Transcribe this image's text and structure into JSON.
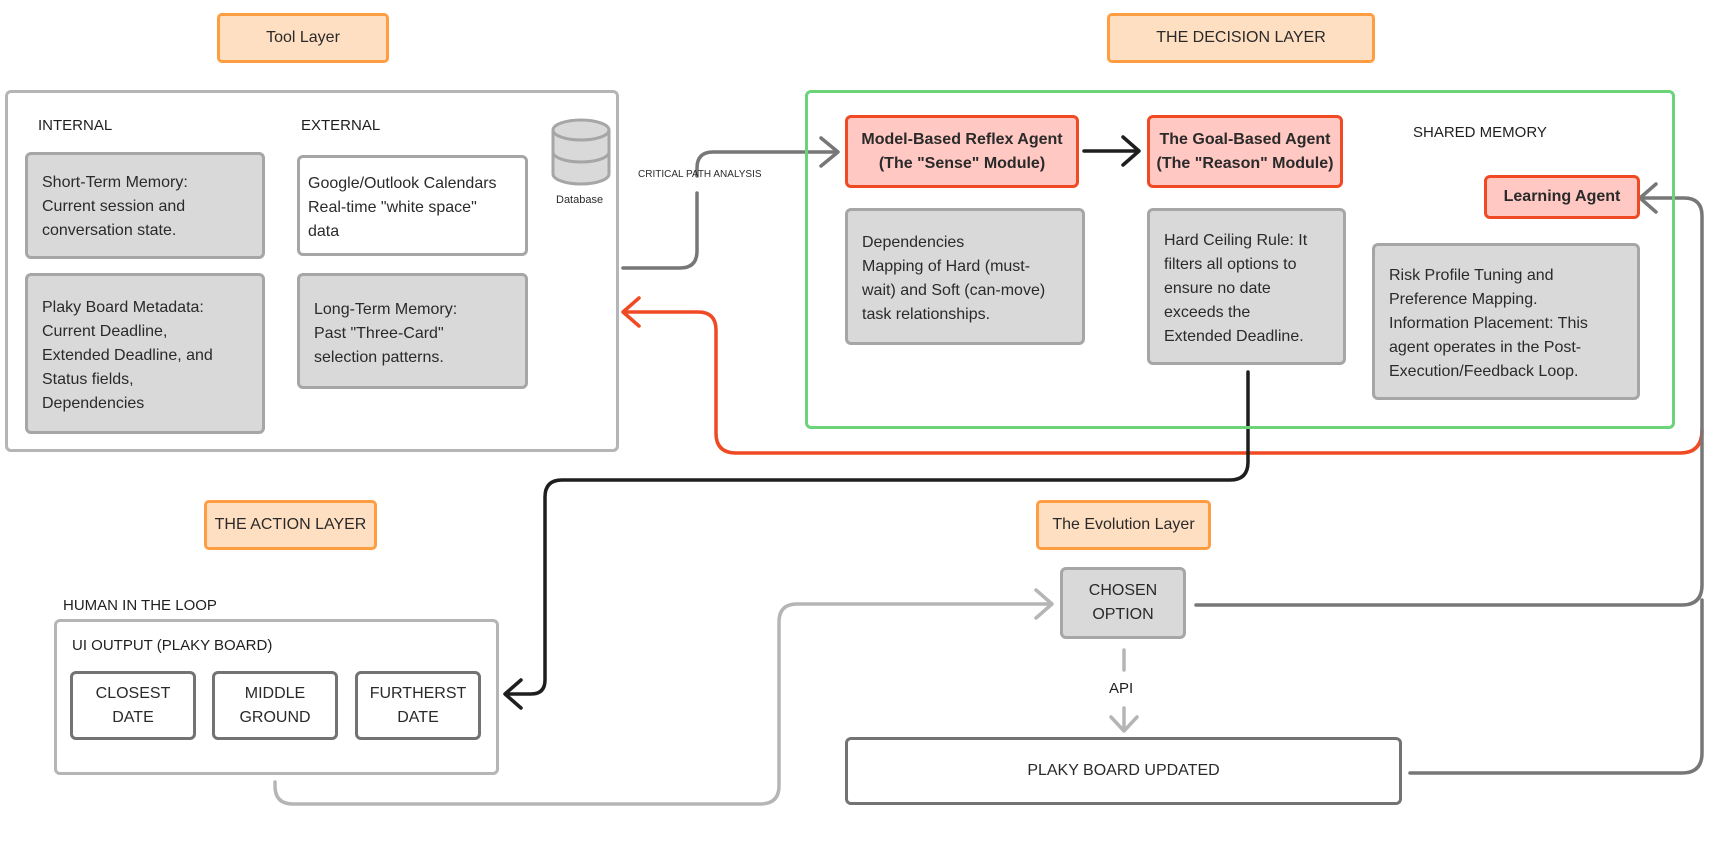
{
  "layers": {
    "tool": "Tool Layer",
    "decision": "THE DECISION LAYER",
    "action": "THE ACTION LAYER",
    "evolution": "The Evolution Layer"
  },
  "tool_layer": {
    "internal_label": "INTERNAL",
    "external_label": "EXTERNAL",
    "short_term_memory": "Short-Term Memory:\nCurrent session and\nconversation state.",
    "plaky_metadata": "Plaky Board Metadata:\nCurrent Deadline,\nExtended Deadline, and\nStatus fields,\nDependencies",
    "calendars": "Google/Outlook Calendars\nReal-time \"white space\"\ndata",
    "long_term_memory": "Long-Term Memory:\nPast \"Three-Card\"\nselection patterns.",
    "database_label": "Database"
  },
  "connectors": {
    "critical_path": "CRITICAL PATH ANALYSIS",
    "api": "API"
  },
  "decision_layer": {
    "reflex_agent": "Model-Based Reflex Agent\n(The \"Sense\" Module)",
    "goal_agent": "The Goal-Based Agent\n(The \"Reason\" Module)",
    "shared_memory_label": "SHARED MEMORY",
    "learning_agent": "Learning Agent",
    "dependencies_note": "Dependencies\nMapping of Hard (must-\nwait) and Soft (can-move)\ntask relationships.",
    "hard_ceiling_note": "Hard Ceiling Rule: It\nfilters all options to\nensure no date\nexceeds the\nExtended Deadline.",
    "learning_note": "Risk Profile Tuning and\nPreference Mapping.\nInformation Placement: This\nagent operates in the Post-\nExecution/Feedback Loop."
  },
  "action_layer": {
    "hitl_label": "HUMAN IN THE LOOP",
    "ui_output_label": "UI OUTPUT (PLAKY BOARD)",
    "options": [
      "CLOSEST\nDATE",
      "MIDDLE\nGROUND",
      "FURTHERST\nDATE"
    ]
  },
  "evolution_layer": {
    "chosen_option": "CHOSEN\nOPTION",
    "board_updated": "PLAKY BOARD UPDATED"
  },
  "colors": {
    "layer_fill": "#ffdfc2",
    "layer_border": "#ff9d42",
    "agent_fill": "#ffc8c2",
    "agent_border": "#f04a24",
    "decision_border": "#6bd37a",
    "feedback_arrow": "#f04a24"
  }
}
